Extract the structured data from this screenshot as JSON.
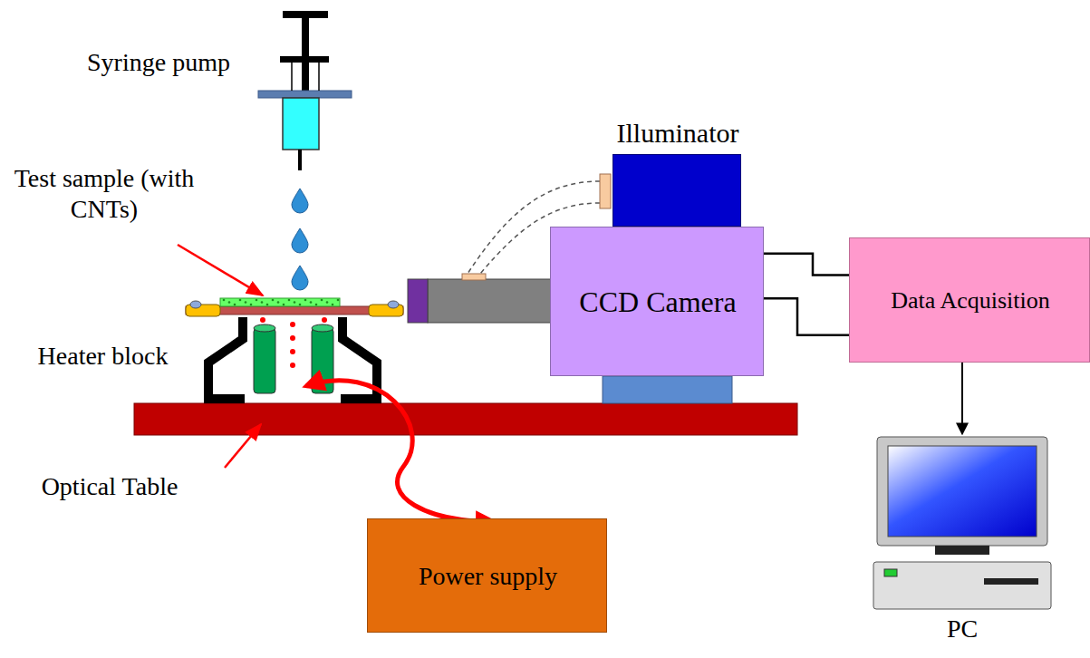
{
  "diagram": {
    "nodes": [
      {
        "text": [
          "Illuminator"
        ]
      },
      {
        "text": [
          "CCD Camera"
        ]
      },
      {
        "text": [
          "Data Acquisition"
        ]
      },
      {
        "text": [
          "Power supply"
        ]
      },
      {
        "text": [
          "PC"
        ]
      }
    ],
    "edges": [
      {
        "from": 1,
        "to": 2,
        "arrow": "none"
      },
      {
        "from": 1,
        "to": 2,
        "arrow": "none"
      },
      {
        "from": 2,
        "to": 4,
        "arrow": "to"
      }
    ],
    "labels": [
      "Syringe pump",
      "Test sample (with CNTs)",
      "Heater block",
      "Optical Table"
    ]
  }
}
